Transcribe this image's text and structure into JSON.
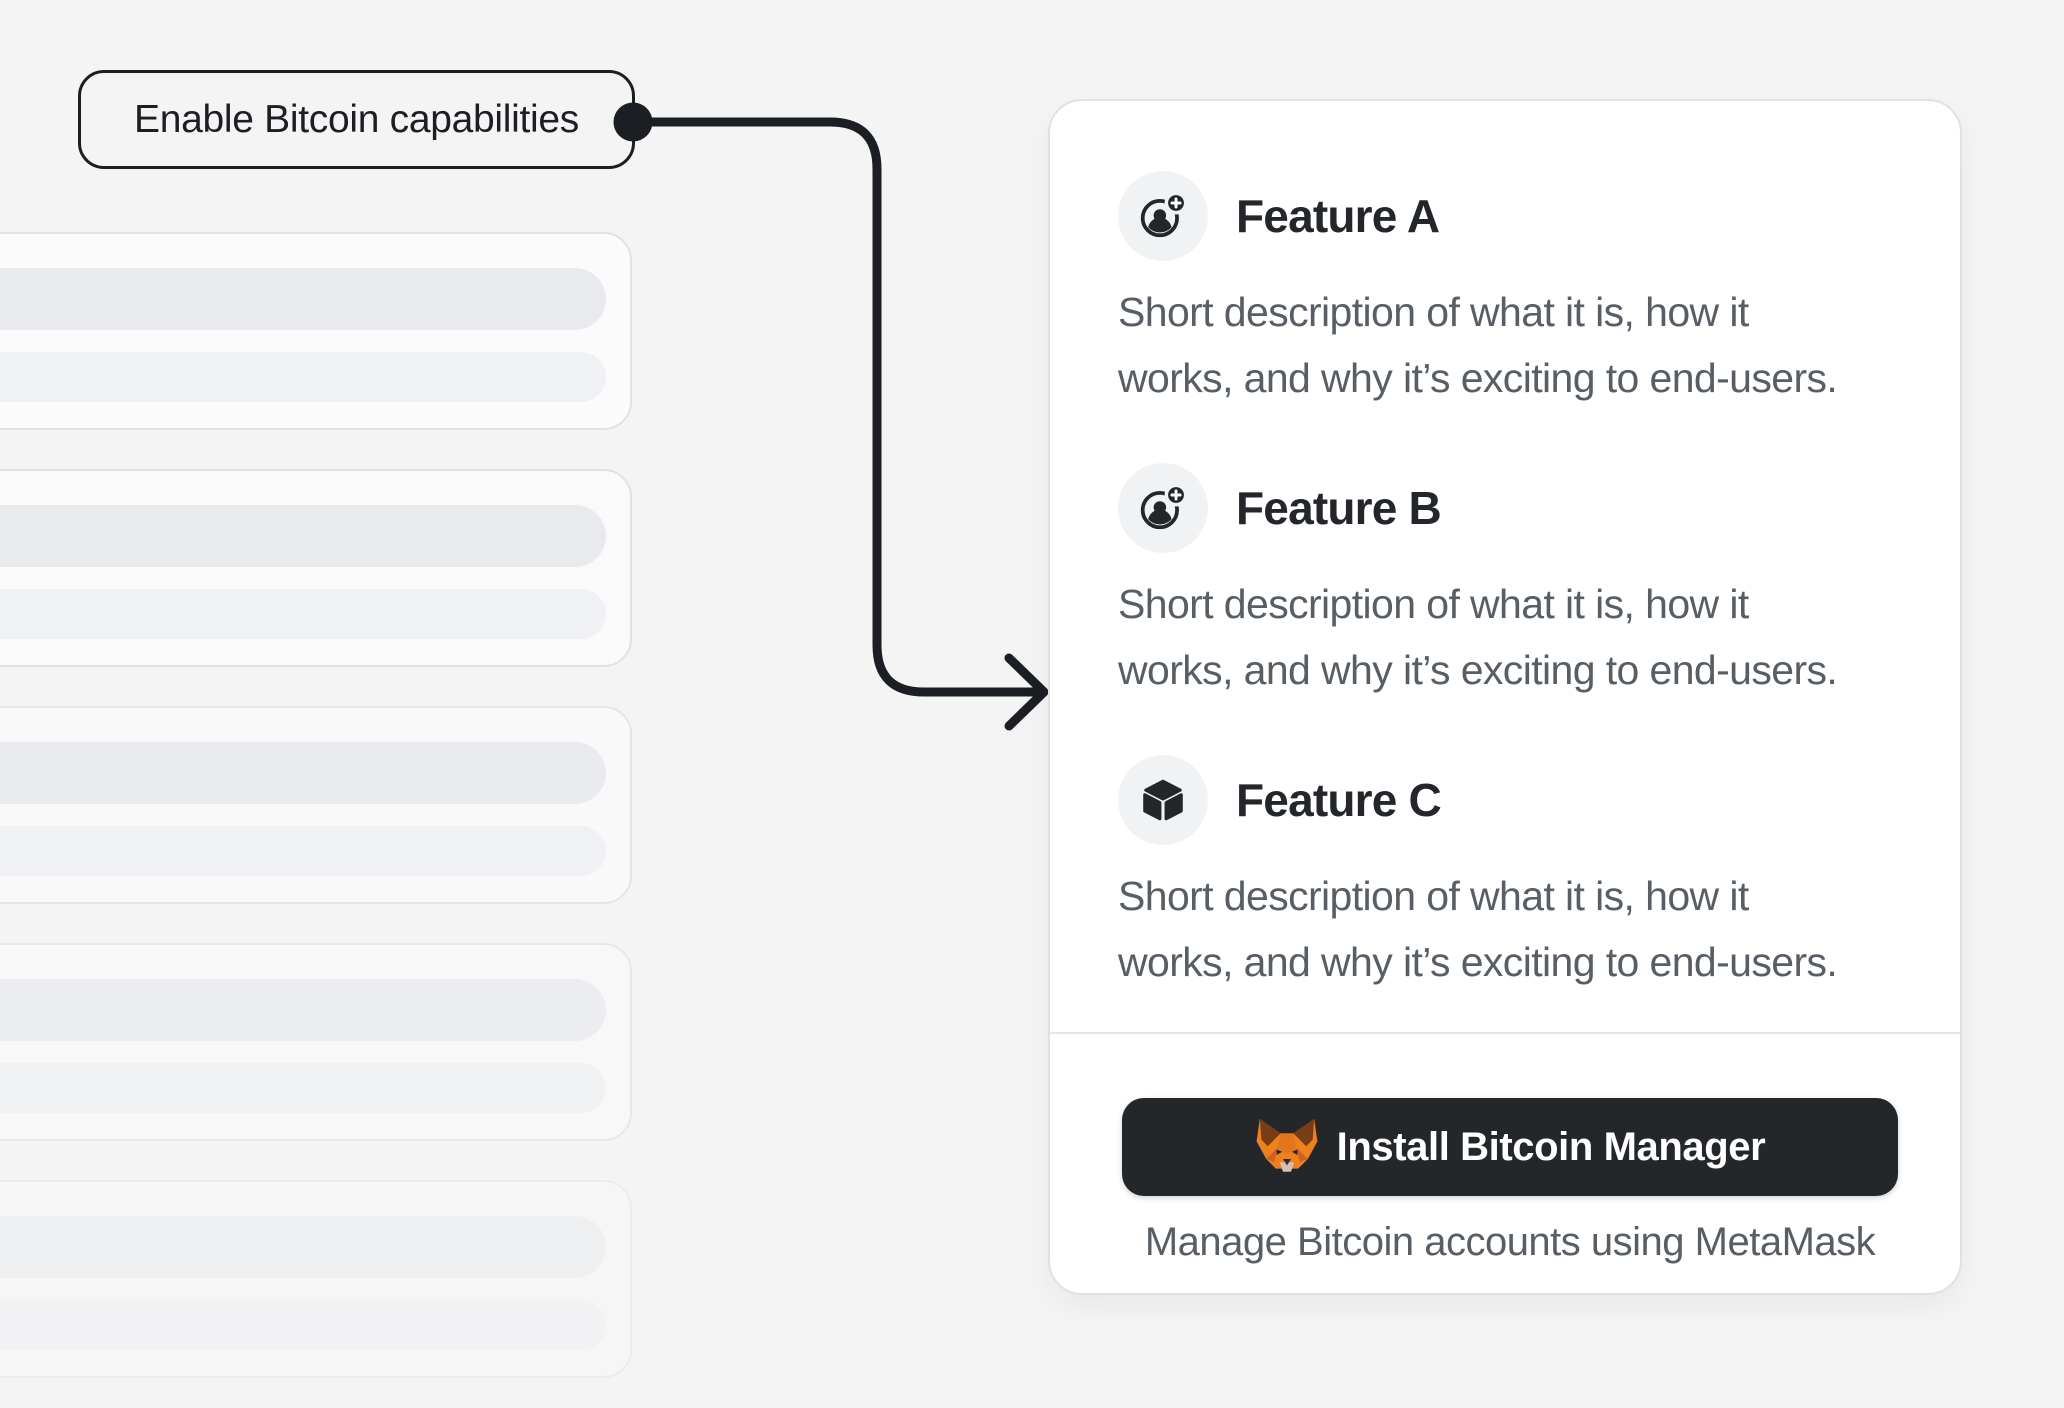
{
  "page": {
    "background": "#f4f4f5"
  },
  "callout": {
    "label": "Enable Bitcoin capabilities"
  },
  "features": [
    {
      "icon": "user-add-icon",
      "title": "Feature A",
      "description_line1": "Short description of what it is, how it",
      "description_line2": "works, and why it’s exciting to end-users."
    },
    {
      "icon": "user-add-icon",
      "title": "Feature B",
      "description_line1": "Short description of what it is, how it",
      "description_line2": "works, and why it’s exciting to end-users."
    },
    {
      "icon": "cube-icon",
      "title": "Feature C",
      "description_line1": "Short description of what it is, how it",
      "description_line2": "works, and why it’s exciting to end-users."
    }
  ],
  "install_section": {
    "button_icon": "metamask-fox-icon",
    "button_label": "Install Bitcoin Manager",
    "caption": "Manage Bitcoin accounts using MetaMask"
  },
  "skeleton": {
    "placeholder_cards": 5,
    "bars_per_card": 2
  },
  "colors": {
    "ink": "#1b1e22",
    "dark_surface": "#24272a",
    "secondary_text": "#575e65",
    "card_border": "#dfe1e5",
    "icon_bubble": "#f1f2f4",
    "fox_orange": "#f5841f",
    "fox_brown": "#763d16",
    "fox_muzzle": "#d5bfb2"
  }
}
